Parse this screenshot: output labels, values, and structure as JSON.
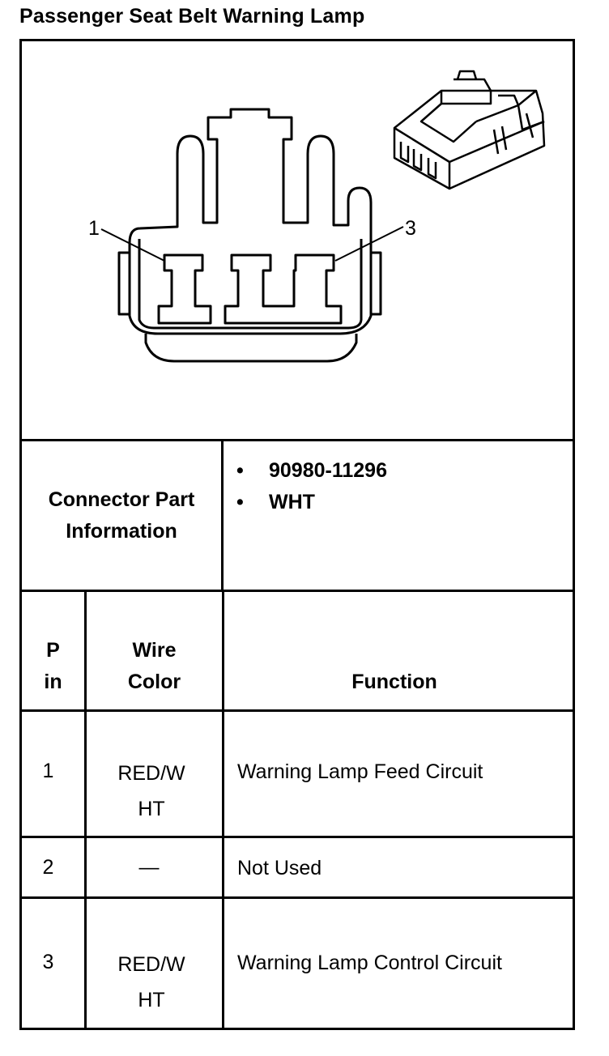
{
  "title": "Passenger Seat Belt Warning Lamp",
  "diagram": {
    "label_left": "1",
    "label_right": "3"
  },
  "connector_info": {
    "label_line1": "Connector Part",
    "label_line2": "Information",
    "items": [
      "90980-11296",
      "WHT"
    ],
    "bullet": "•"
  },
  "table": {
    "headers": {
      "pin_line1": "P",
      "pin_line2": "in",
      "wire_line1": "Wire",
      "wire_line2": "Color",
      "function": "Function"
    },
    "rows": [
      {
        "pin": "1",
        "wire_line1": "RED/W",
        "wire_line2": "HT",
        "function": "Warning Lamp Feed Circuit"
      },
      {
        "pin": "2",
        "wire_line1": "—",
        "wire_line2": "",
        "function": "Not Used"
      },
      {
        "pin": "3",
        "wire_line1": "RED/W",
        "wire_line2": "HT",
        "function": "Warning Lamp Control Circuit"
      }
    ]
  }
}
